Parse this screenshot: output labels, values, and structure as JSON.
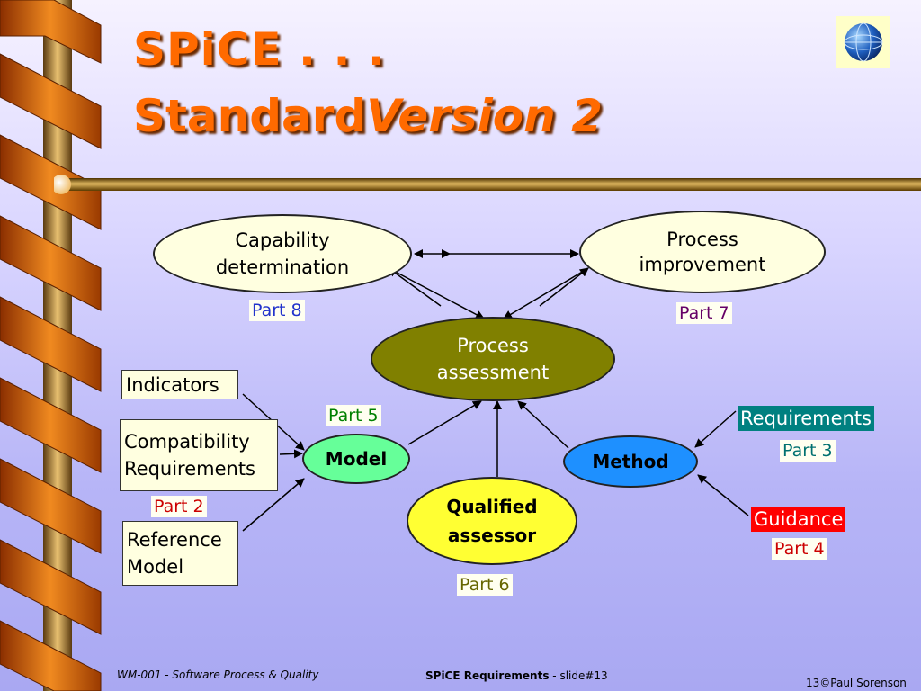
{
  "title": {
    "line1": "SPiCE . . .",
    "line2_a": "Standard",
    "line2_b": "Version 2"
  },
  "nodes": {
    "capability": "Capability\ndetermination",
    "improvement": "Process\nimprovement",
    "assessment": "Process\nassessment",
    "model": "Model",
    "method": "Method",
    "assessor": "Qualified\nassessor"
  },
  "boxes": {
    "indicators": "Indicators",
    "compat": "Compatibility\nRequirements",
    "reference": "Reference\nModel",
    "requirements": "Requirements",
    "guidance": "Guidance"
  },
  "parts": {
    "p8": "Part 8",
    "p7": "Part 7",
    "p5": "Part 5",
    "p2": "Part 2",
    "p3": "Part 3",
    "p4": "Part 4",
    "p6": "Part 6"
  },
  "footer": {
    "left": "WM-001 - Software Process & Quality",
    "center_bold": "SPiCE Requirements",
    "center_rest": " - slide#13",
    "right": "13©Paul Sorenson"
  },
  "colors": {
    "title": "#ff6a00",
    "assessment_fill": "#808000",
    "model_fill": "#66ff99",
    "method_fill": "#1e90ff",
    "assessor_fill": "#ffff33",
    "requirements_bg": "#008080",
    "guidance_bg": "#ff0000"
  },
  "icons": {
    "logo": "globe-icon"
  }
}
